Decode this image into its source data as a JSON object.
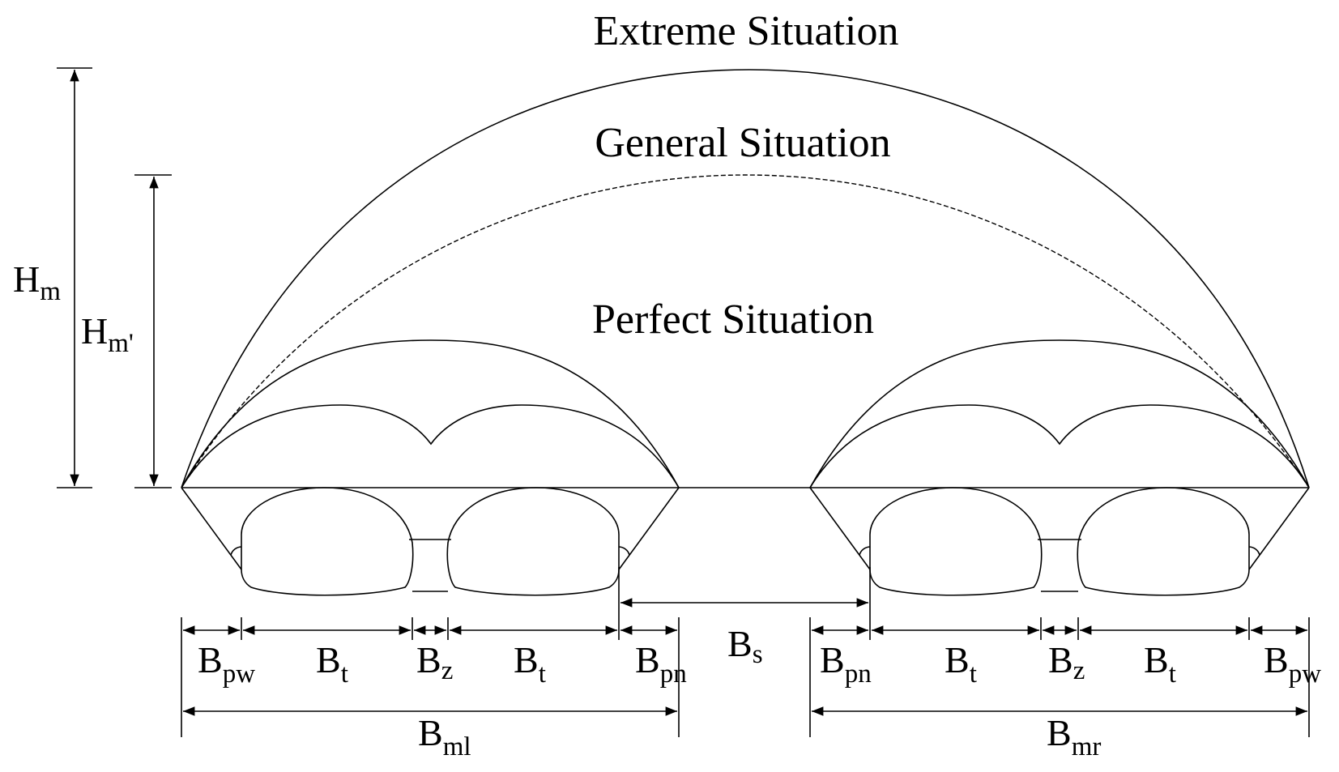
{
  "situations": {
    "extreme": "Extreme Situation",
    "general": "General Situation",
    "perfect": "Perfect Situation"
  },
  "heights": {
    "hm": {
      "main": "H",
      "sub": "m"
    },
    "hm_prime": {
      "main": "H",
      "sub": "m'"
    }
  },
  "dims_left": {
    "bpw": {
      "main": "B",
      "sub": "pw"
    },
    "bt1": {
      "main": "B",
      "sub": "t"
    },
    "bz": {
      "main": "B",
      "sub": "z"
    },
    "bt2": {
      "main": "B",
      "sub": "t"
    },
    "bpn": {
      "main": "B",
      "sub": "pn"
    }
  },
  "dim_middle": {
    "main": "B",
    "sub": "s"
  },
  "dims_right": {
    "bpn": {
      "main": "B",
      "sub": "pn"
    },
    "bt1": {
      "main": "B",
      "sub": "t"
    },
    "bz": {
      "main": "B",
      "sub": "z"
    },
    "bt2": {
      "main": "B",
      "sub": "t"
    },
    "bpw": {
      "main": "B",
      "sub": "pw"
    }
  },
  "totals": {
    "bml": {
      "main": "B",
      "sub": "ml"
    },
    "bmr": {
      "main": "B",
      "sub": "mr"
    }
  }
}
